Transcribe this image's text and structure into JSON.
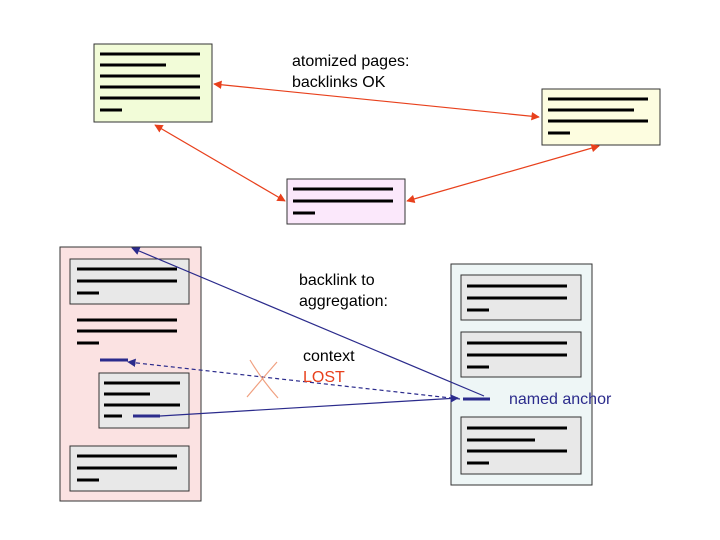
{
  "labels": {
    "atomized_line1": "atomized pages:",
    "atomized_line2": "backlinks OK",
    "backlink_line1": "backlink to",
    "backlink_line2": "aggregation:",
    "context": "context",
    "lost": "LOST",
    "named_anchor": "named anchor"
  },
  "colors": {
    "red_arrow": "#e8401c",
    "blue_arrow": "#2b2b8c",
    "lost_text": "#e8401c",
    "anchor_text": "#2b2b8c",
    "page_green": "#f2fcd8",
    "page_yellow": "#fdfde0",
    "page_pink": "#fbe8fb",
    "aggregation_left": "#fbe2e2",
    "aggregation_right": "#eef6f6",
    "section_gray": "#e8e8e8"
  }
}
